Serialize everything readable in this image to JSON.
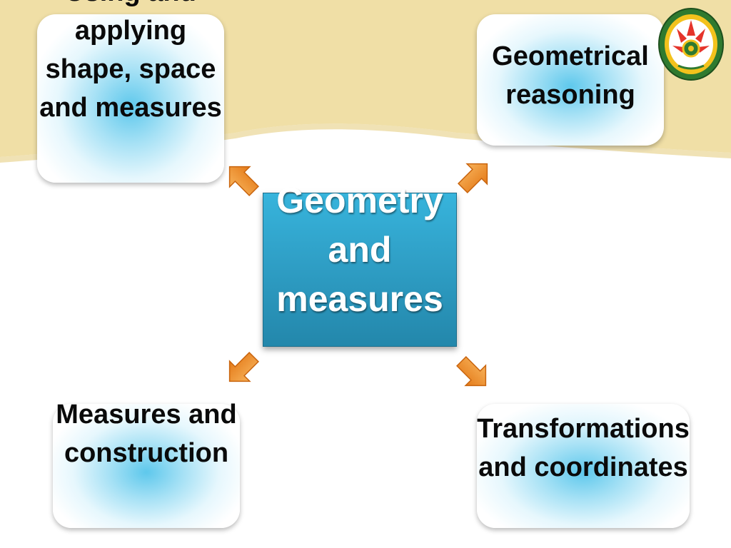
{
  "center_topic": "Geometry and measures",
  "nodes": {
    "top_left": "Using and applying shape, space and measures",
    "top_right": "Geometrical reasoning",
    "bottom_left": "Measures and construction",
    "bottom_right": "Transformations and coordinates"
  },
  "colors": {
    "banner": "#f0dfa6",
    "center_box": "#2f9fc6",
    "arrow": "#f0902a",
    "node_glow": "#5ec8ec"
  },
  "icons": {
    "logo": "university-seal-icon",
    "arrow": "orange-arrow-icon"
  }
}
